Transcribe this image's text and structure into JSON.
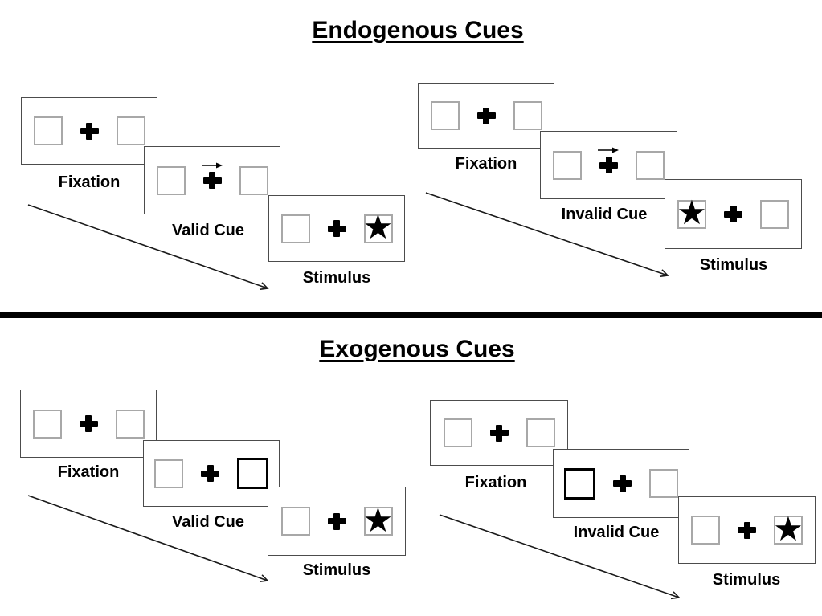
{
  "sections": [
    {
      "title": "Endogenous Cues",
      "panels": [
        {
          "name": "endogenous-valid",
          "steps": [
            {
              "label": "Fixation"
            },
            {
              "label": "Valid Cue"
            },
            {
              "label": "Stimulus"
            }
          ],
          "stimulus_star_side": "right",
          "cue_type": "central-arrow-right"
        },
        {
          "name": "endogenous-invalid",
          "steps": [
            {
              "label": "Fixation"
            },
            {
              "label": "Invalid Cue"
            },
            {
              "label": "Stimulus"
            }
          ],
          "stimulus_star_side": "left",
          "cue_type": "central-arrow-right"
        }
      ]
    },
    {
      "title": "Exogenous Cues",
      "panels": [
        {
          "name": "exogenous-valid",
          "steps": [
            {
              "label": "Fixation"
            },
            {
              "label": "Valid Cue"
            },
            {
              "label": "Stimulus"
            }
          ],
          "stimulus_star_side": "right",
          "cue_type": "peripheral-box-right"
        },
        {
          "name": "exogenous-invalid",
          "steps": [
            {
              "label": "Fixation"
            },
            {
              "label": "Invalid Cue"
            },
            {
              "label": "Stimulus"
            }
          ],
          "stimulus_star_side": "right",
          "cue_type": "peripheral-box-left"
        }
      ]
    }
  ],
  "glyphs": {
    "star": "★",
    "fixation_cross": "+",
    "cue_arrow": "→"
  },
  "colors": {
    "ink": "#000000",
    "screen_border": "#4c4c4c",
    "placeholder_border": "#a8a8a8",
    "divider": "#000000",
    "background": "#ffffff"
  }
}
